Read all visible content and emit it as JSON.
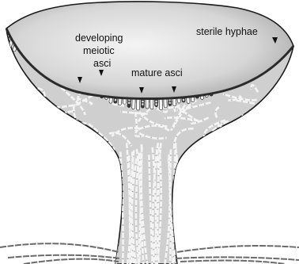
{
  "figure": {
    "labels": {
      "developing_line1": "developing",
      "developing_line2": "meiotic",
      "developing_line3": "asci",
      "mature": "mature asci",
      "sterile": "sterile hyphae"
    },
    "colors": {
      "cup_surface_light": "#f2f2f2",
      "cup_surface_dark": "#9a9a9a",
      "tissue_fill": "#cfcfcf",
      "outline": "#1a1a1a",
      "hyphae": "#f4f4f4",
      "ascus_dark": "#2a2a2a",
      "pointer": "#111111"
    }
  }
}
